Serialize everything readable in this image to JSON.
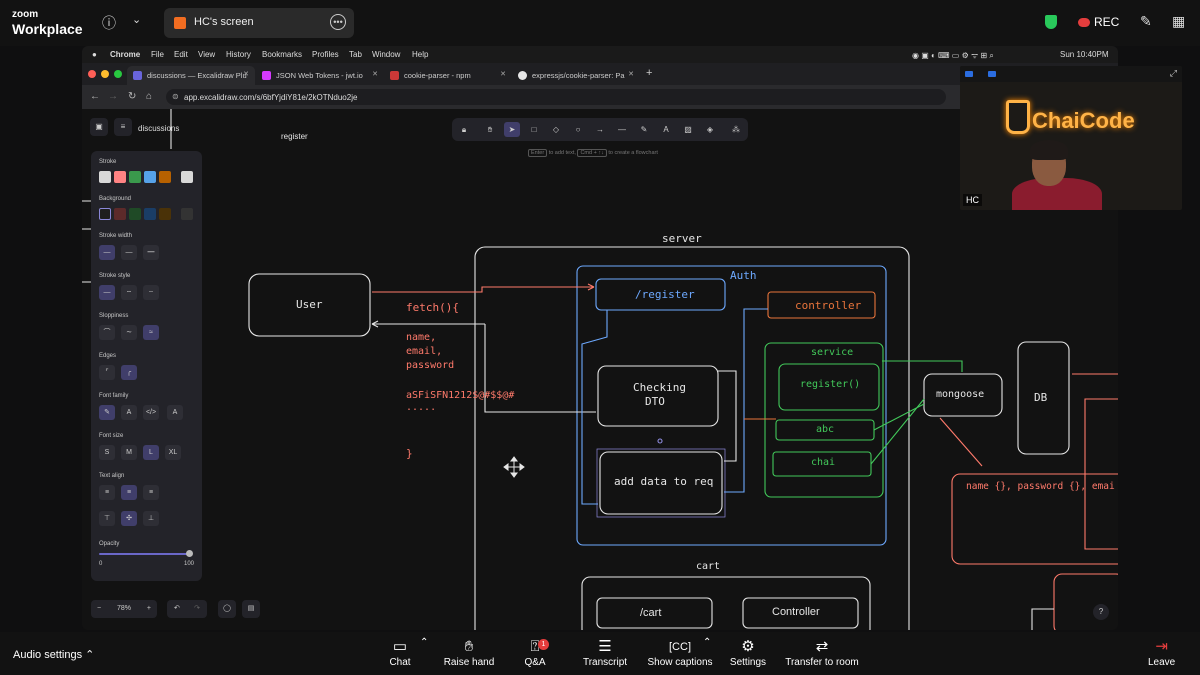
{
  "zoom": {
    "logo_top": "zoom",
    "logo_bottom": "Workplace",
    "share_title": "HC's screen",
    "rec_label": "REC",
    "audio_settings": "Audio settings",
    "controls": [
      {
        "label": "Chat",
        "icon": "chat-icon",
        "glyph": "☐"
      },
      {
        "label": "Raise hand",
        "icon": "hand-icon",
        "glyph": "✋"
      },
      {
        "label": "Q&A",
        "icon": "qa-icon",
        "glyph": "?",
        "badge": "1"
      },
      {
        "label": "Transcript",
        "icon": "transcript-icon",
        "glyph": "☰"
      },
      {
        "label": "Show captions",
        "icon": "cc-icon",
        "glyph": "CC"
      },
      {
        "label": "Settings",
        "icon": "gear-icon",
        "glyph": "⚙"
      },
      {
        "label": "Transfer to room",
        "icon": "transfer-icon",
        "glyph": "⇄"
      }
    ],
    "leave": "Leave"
  },
  "mac_menu": {
    "app": "Chrome",
    "items": [
      "File",
      "Edit",
      "View",
      "History",
      "Bookmarks",
      "Profiles",
      "Tab",
      "Window",
      "Help"
    ],
    "clock": "Sun 10:40PM"
  },
  "chrome": {
    "tabs": [
      {
        "title": "discussions — Excalidraw Plu",
        "color": "#6965db"
      },
      {
        "title": "JSON Web Tokens - jwt.io",
        "color": "#d63aff"
      },
      {
        "title": "cookie-parser - npm",
        "color": "#cb3837"
      },
      {
        "title": "expressjs/cookie-parser: Pa",
        "color": "#e6e6e6"
      }
    ],
    "url": "app.excalidraw.com/s/6bfYjdiY81e/2kOTNduo2je"
  },
  "excalidraw": {
    "doc_title": "discussions",
    "zoom_level": "78%",
    "hint_enter": "Enter",
    "hint_text1": "to add text,",
    "hint_keys": "Cmd + ↑↓",
    "hint_text2": "to create a flowchart",
    "panel": {
      "stroke": "Stroke",
      "background": "Background",
      "stroke_width": "Stroke width",
      "stroke_style": "Stroke style",
      "sloppiness": "Sloppiness",
      "edges": "Edges",
      "font_family": "Font family",
      "font_size": "Font size",
      "font_sizes": [
        "S",
        "M",
        "L",
        "XL"
      ],
      "text_align": "Text align",
      "opacity": "Opacity",
      "opacity_min": "0",
      "opacity_max": "100",
      "stroke_colors": [
        "#d8d8d8",
        "#ff8383",
        "#3a994c",
        "#56a2e8",
        "#b76100",
        "#d8d8d8"
      ],
      "bg_colors": [
        "#1e1e1e",
        "#5c2a2a",
        "#1f4a26",
        "#1a3d66",
        "#4a3208"
      ]
    }
  },
  "diagram": {
    "register_note": "register",
    "server": "server",
    "auth": "Auth",
    "user": "User",
    "register_route": "/register",
    "controller": "controller",
    "service": "service",
    "register_fn": "register()",
    "abc": "abc",
    "chai": "chai",
    "checking_l1": "Checking",
    "checking_l2": "DTO",
    "add_data": "add data to req",
    "mongoose": "mongoose",
    "db": "DB",
    "fetch": "fetch(){",
    "name_line": "name,",
    "email_line": "email,",
    "password_line": "password",
    "token_line": "aSFiSFN1212$@#$$@#",
    "dots_line": ".....",
    "close_brace": "}",
    "schema_text": "name {}, password {}, emai",
    "cart": "cart",
    "cart_route": "/cart",
    "cart_controller": "Controller"
  },
  "cam": {
    "brand": "ChaiCode",
    "name": "HC"
  }
}
